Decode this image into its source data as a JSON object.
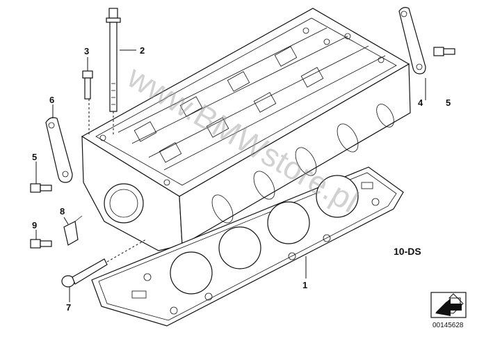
{
  "diagram": {
    "callouts": [
      {
        "id": "1",
        "label": "1"
      },
      {
        "id": "2",
        "label": "2"
      },
      {
        "id": "3",
        "label": "3"
      },
      {
        "id": "4",
        "label": "4"
      },
      {
        "id": "5a",
        "label": "5"
      },
      {
        "id": "5b",
        "label": "5"
      },
      {
        "id": "6",
        "label": "6"
      },
      {
        "id": "7",
        "label": "7"
      },
      {
        "id": "8",
        "label": "8"
      },
      {
        "id": "9",
        "label": "9"
      }
    ],
    "engine_code": "10-DS",
    "reference_number": "00145628",
    "watermark": "www.BMWstore.pl",
    "nav_icon": "arrow-box-icon"
  }
}
